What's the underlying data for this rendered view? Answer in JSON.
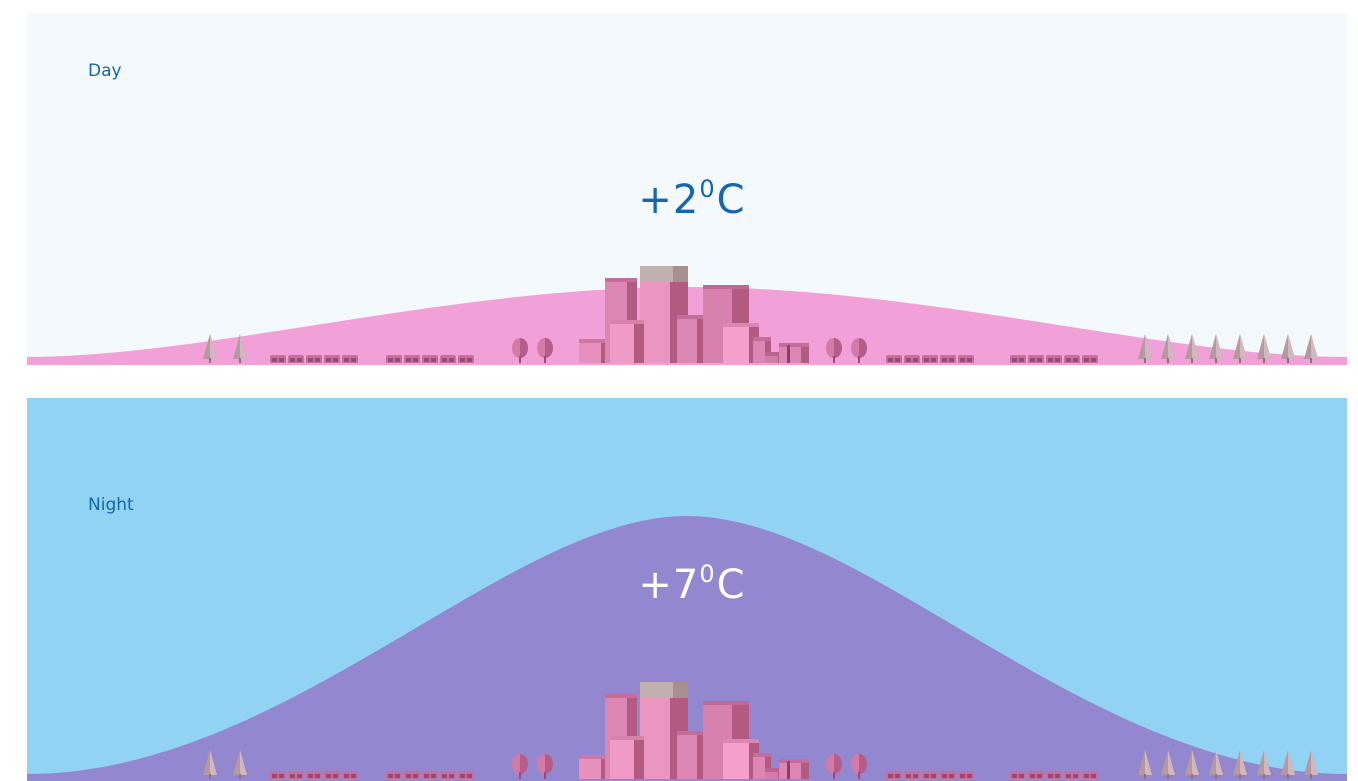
{
  "colors": {
    "day_sky": "#f3f9fd",
    "day_heat": "#f1a1d8",
    "night_sky": "#92d2f3",
    "night_heat": "#9387cf",
    "label_text": "#1467ad",
    "day_temp_text": "#1467ad",
    "night_temp_text": "#ffffff",
    "building_front": "#dc86b4",
    "building_side": "#b35a80",
    "house": "#c4709a",
    "conifer": "#b49aa0",
    "broadleaf": "#d47aa6"
  },
  "panels": {
    "day": {
      "label": "Day",
      "temp_sign_value": "+2",
      "temp_degree": "0",
      "temp_unit": "C"
    },
    "night": {
      "label": "Night",
      "temp_sign_value": "+7",
      "temp_degree": "0",
      "temp_unit": "C"
    }
  }
}
